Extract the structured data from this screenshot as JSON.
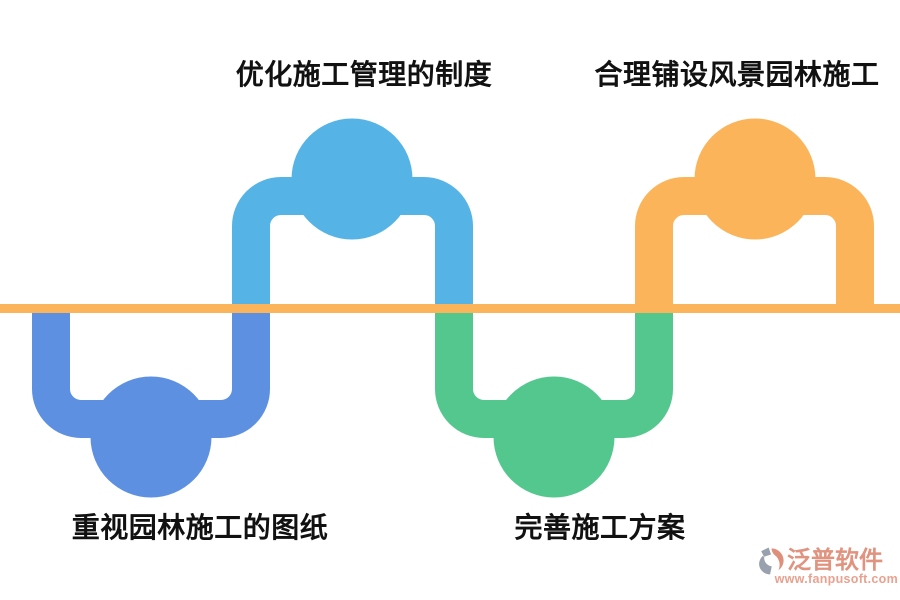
{
  "diagram": {
    "baseline_color": "#FBB459",
    "steps": [
      {
        "label": "重视园林施工的图纸",
        "color": "#5E90E2",
        "position": "below-line-left"
      },
      {
        "label": "优化施工管理的制度",
        "color": "#55B4E5",
        "position": "above-line-left"
      },
      {
        "label": "完善施工方案",
        "color": "#54C78F",
        "position": "below-line-right"
      },
      {
        "label": "合理铺设风景园林施工",
        "color": "#FBB459",
        "position": "above-line-right"
      }
    ],
    "text_color": "#111111"
  },
  "watermark": {
    "brand": "泛普软件",
    "url": "www.fanpusoft.com",
    "text_color": "#E0937E",
    "url_color": "#E8A28F",
    "icon_gray": "#98A1AD",
    "icon_salmon": "#DE907C"
  }
}
